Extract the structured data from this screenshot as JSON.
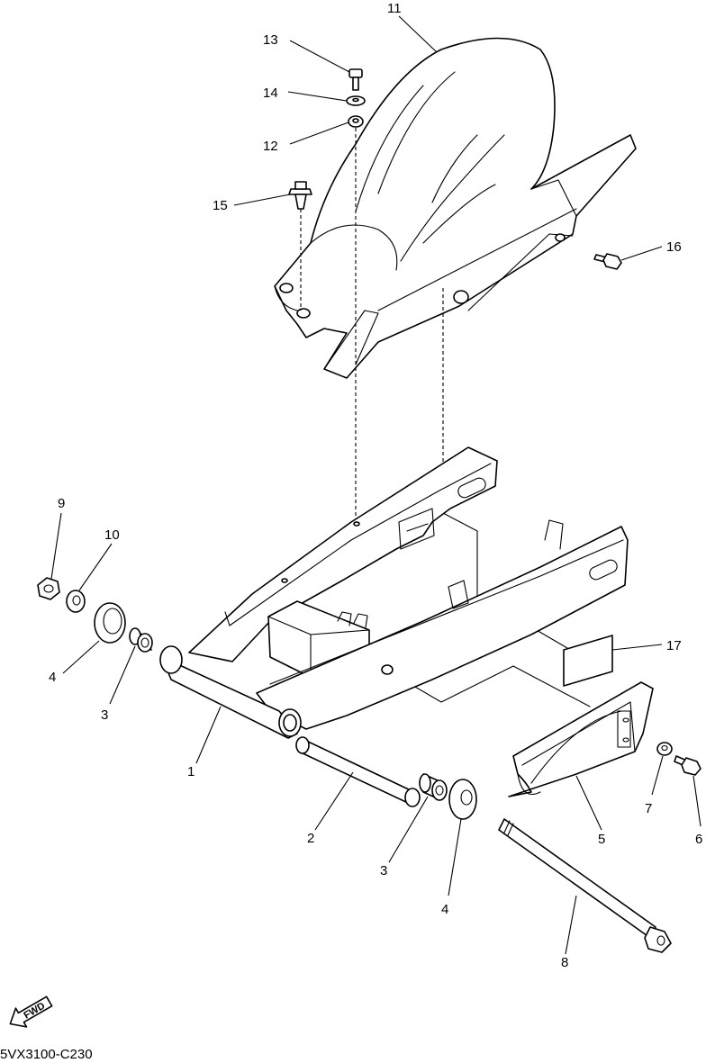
{
  "diagram": {
    "code": "5VX3100-C230",
    "fwd_label": "FWD",
    "callouts": [
      {
        "id": "c1",
        "label": "1"
      },
      {
        "id": "c2",
        "label": "2"
      },
      {
        "id": "c3a",
        "label": "3"
      },
      {
        "id": "c3b",
        "label": "3"
      },
      {
        "id": "c4a",
        "label": "4"
      },
      {
        "id": "c4b",
        "label": "4"
      },
      {
        "id": "c5",
        "label": "5"
      },
      {
        "id": "c6",
        "label": "6"
      },
      {
        "id": "c7",
        "label": "7"
      },
      {
        "id": "c8",
        "label": "8"
      },
      {
        "id": "c9",
        "label": "9"
      },
      {
        "id": "c10",
        "label": "10"
      },
      {
        "id": "c11",
        "label": "11"
      },
      {
        "id": "c12",
        "label": "12"
      },
      {
        "id": "c13",
        "label": "13"
      },
      {
        "id": "c14",
        "label": "14"
      },
      {
        "id": "c15",
        "label": "15"
      },
      {
        "id": "c16",
        "label": "16"
      },
      {
        "id": "c17",
        "label": "17"
      }
    ]
  }
}
